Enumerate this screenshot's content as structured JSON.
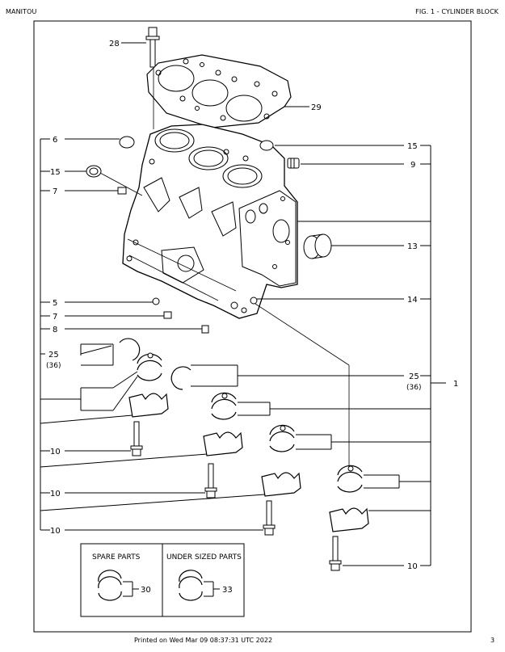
{
  "header": {
    "left": "MANITOU",
    "right": "FIG. 1 - CYLINDER BLOCK"
  },
  "footer": {
    "printed": "Printed on  Wed Mar 09 08:37:31 UTC 2022",
    "page": "3"
  },
  "callouts": {
    "c28": "28",
    "c29": "29",
    "c6": "6",
    "c15a": "15",
    "c15b": "15",
    "c9": "9",
    "c7a": "7",
    "c7b": "7",
    "c13": "13",
    "c14": "14",
    "c5": "5",
    "c8": "8",
    "c25a": "25",
    "c25a_alt": "(36)",
    "c25b": "25",
    "c25b_alt": "(36)",
    "c1": "1",
    "c10a": "10",
    "c10b": "10",
    "c10c": "10",
    "c10d": "10"
  },
  "legend": {
    "spare_parts": "SPARE PARTS",
    "spare_parts_ref": "30",
    "under_sized": "UNDER SIZED PARTS",
    "under_sized_ref": "33"
  }
}
